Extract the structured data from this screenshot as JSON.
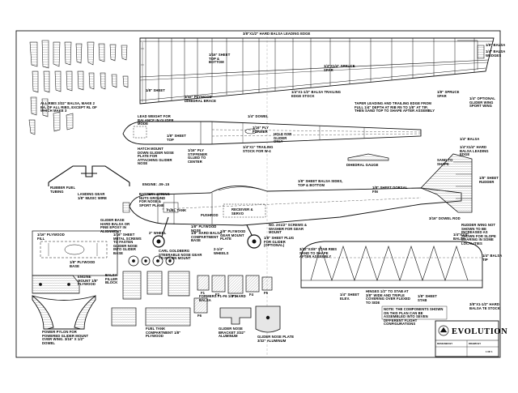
{
  "labels": {
    "leading_edge": "3/8\"X1/2\" HARD BALSA LEADING EDGE",
    "tip_balsa": "1/8\" BALSA",
    "tip_wedges": "1/4\" BALSA WEDGES",
    "ribs_note": "ALL RIBS 3/32\" BALSA, MAKE 2 EA. OF ALL RIBS, EXCEPT RL OF WHICH MAKE 3",
    "sheet_top_bottom": "1/16\" SHEET TOP & BOTTOM",
    "spar": "1/4\"X1/4\" SPRUCE SPAR",
    "sheet_lower": "1/8\" SHEET",
    "dihedral_brace": "1/32\" PLYWOOD DIHEDRAL BRACE",
    "trailing_edge": "1/4\"X1-1/2\" BALSA TRAILING EDGE STOCK",
    "taper_note": "TAPER LEADING AND TRAILING EDGE FROM FULL 1/4\" DEPTH AT RIB R5 TO 1/8\" AT TIP, THEN SAND TOP TO SHAPE AFTER ASSEMBLY",
    "glider_wing": "1/4\" OPTIONAL GLIDER WING SPORT WING",
    "spruce_spar_label": "1/8\" SPRUCE SPAR",
    "lead_weight": "LEAD WEIGHT FOR BALANCE IN GLIDER MODE",
    "dowel": "1/4\" DOWEL",
    "sheet_top_1_8": "1/8\" SHEET TOP",
    "ply_stiffener": "1/16\" PLY STIFFENER GLUED TO CENTER",
    "hole_glider": "HOLE FOR GLIDER ONLY",
    "hatch": "HATCH MOUNT DOWN GLIDER NOSE PLATE FOR ATTACHING GLIDER NOSE",
    "ply_former": "1/16\" PLY FORMER",
    "sheet_stock": "1/4\"X1\" TRAILING STOCK FOR W-4",
    "dihedral_gauge": "DIHEDRAL GAUGE",
    "hard_balsa_le": "1/4\"X1/4\" HARD BALSA LEADING EDGE",
    "balsa_half": "1/4\" BALSA",
    "sand_shape": "SAND TO SHAPE",
    "rudder": "1/8\" SHEET RUDDER",
    "landing_gear": "LANDING GEAR",
    "music_wire": "1/8\" MUSIC WIRE",
    "rubber_fuel": "RUBBER FUEL TUBING",
    "engine": "ENGINE: .09-.15",
    "battery_note": "BATTERY SPRING NUTS GROUND FOR NOSE & SPORT PLANE",
    "sheet_sides": "1/8\" SHEET BALSA SIDES, TOP & BOTTOM",
    "dorsal_fin": "1/8\" SHEET DORSAL FIN",
    "fuel_tank": "FUEL TANK",
    "receiver": "RECEIVER & SERVO",
    "pushrod": "PUSHROD",
    "hard_balsa_comp": "1/8\" HARD BALSA COMPARTMENT BASE",
    "ply_nose": "1/8\" PLYWOOD NOSE",
    "dowel_3_16": "3/16\" DOWEL ROD",
    "glider_base": "GLIDER BASE HARD BALSA OR PINE EPOXY IN ALIGNMENT",
    "sheet_metal": "1/16\" SHEET METAL SCREWS TO FASTEN GLIDER NOSE INTO GLIDER BASE",
    "carl_gold": "CARL GOLDBERG STEERABLE NOSE GEAR TO NYLON MOUNT",
    "wheel": "2\" WHEEL",
    "wheels_2_1_4": "2-1/4\" WHEELS",
    "ply_gear": "1/8\" PLYWOOD GEAR MOUNT PLATE",
    "screws": "NO. 2X1/2\" SCREWS & WASHER FOR GEAR MOUNT",
    "sheet_glider": "1/8\" SHEET PLUG FOR GLIDER (OPTIONAL)",
    "ply_fill": "1/16\" PLYWOOD FILL",
    "ply_base": "1/8\" PLYWOOD BASE",
    "glider_nose_plate": "GLIDER NOSE PLATE 3/32\" ALUMINUM",
    "glider_nose_bracket": "GLIDER NOSE BRACKET 3/32\" ALUMINUM",
    "pylon": "POWER PYLON FOR POWERED GLIDER MOUNT OVER WING. 3/16\" X 1/2\" DOWEL",
    "engine_mount": "ENGINE MOUNT 1/8\" PLYWOOD",
    "fuel_tank_compartment": "FUEL TANK COMPARTMENT 1/8\" PLYWOOD",
    "formers": "FORMERS F1-F6 1/8\" HARD BALSA",
    "glider_fill": "BALSA FILLER BLOCK",
    "stab_ribs": "3/32\"X3/8\" STAB RIBS SAND TO SHAPE AFTER ASSEMBLY",
    "stab_le": "1/4\"X1/4\" BALSA",
    "elev_sheet": "1/4\" SHEET ELEV.",
    "stab_tip": "1/4\" BALSA TIP",
    "hinges": "HINGES 1/2\" TO STAB AT 3/8\" WIDE AND TRIPLE COVERING OVER FLEXED TO SIDE",
    "sheet_stab": "1/8\" SHEET STAB",
    "te_stock": "3/8\"X1-1/2\" HARD BALSA TE STOCK",
    "note": "NOTE: THE COMPONENTS SHOWN ON THIS PLAN CAN BE ASSEMBLED INTO SEVEN DIFFERENT FLIGHT CONFIGURATIONS",
    "rudder_horn": "RUDDER WING NOT SHOWN TO BE INCREASED AS SHOWN FOR SLOPE SOARING IN SOME LOCALITIES"
  },
  "title_block": {
    "title": "EVOLUTION",
    "designer": "DESIGNED BY",
    "drawn": "DRAWN BY",
    "sheet": "1 OF 1"
  },
  "former_labels": [
    "F1",
    "F2",
    "F3",
    "F4",
    "F5",
    "F6"
  ],
  "colors": {
    "ink": "#111111",
    "wood": "#d8d8d8",
    "grain": "#8a8a8a",
    "paper": "#ffffff"
  }
}
